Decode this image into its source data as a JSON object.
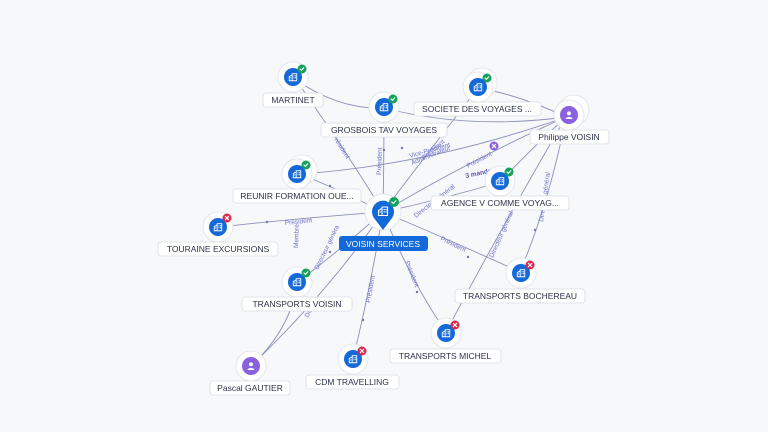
{
  "center": {
    "label": "VOISIN SERVICES",
    "icon": "building-icon",
    "status": "active"
  },
  "nodes": [
    {
      "id": "martinet",
      "label": "MARTINET",
      "kind": "company",
      "status": "active"
    },
    {
      "id": "grosbois",
      "label": "GROSBOIS TAV VOYAGES",
      "kind": "company",
      "status": "active"
    },
    {
      "id": "societe",
      "label": "SOCIETE DES VOYAGES ...",
      "kind": "company",
      "status": "active"
    },
    {
      "id": "philippe",
      "label": "Philippe VOISIN",
      "kind": "person",
      "status": "unknown"
    },
    {
      "id": "reunir",
      "label": "REUNIR FORMATION OUE...",
      "kind": "company",
      "status": "active"
    },
    {
      "id": "agence",
      "label": "AGENCE V COMME VOYAG...",
      "kind": "company",
      "status": "active"
    },
    {
      "id": "touraine",
      "label": "TOURAINE EXCURSIONS",
      "kind": "company",
      "status": "closed"
    },
    {
      "id": "transports_voisin",
      "label": "TRANSPORTS VOISIN",
      "kind": "company",
      "status": "active"
    },
    {
      "id": "bochereau",
      "label": "TRANSPORTS BOCHEREAU",
      "kind": "company",
      "status": "closed"
    },
    {
      "id": "michel",
      "label": "TRANSPORTS MICHEL",
      "kind": "company",
      "status": "closed"
    },
    {
      "id": "cdm",
      "label": "CDM TRAVELLING",
      "kind": "company",
      "status": "closed"
    },
    {
      "id": "pascal",
      "label": "Pascal GAUTIER",
      "kind": "person",
      "status": "none"
    }
  ],
  "edge_labels": {
    "president_1": "Président",
    "president_2": "Président",
    "president_3": "Président",
    "president_4": "Président",
    "president_5": "Président",
    "president_6": "Président",
    "president_7": "Président",
    "vice_president": "Vice-Président",
    "administrateur": "Administrateur",
    "mandats_president": "Président",
    "mandats_count": "3 mandats",
    "directeur_general_1": "Directeur général",
    "directeur_general_2": "Directeur général",
    "directeur_general_3": "Directeur général",
    "membre": "Membre",
    "directeur_short": "Directeur généra",
    "directeur_short_2": "Dir"
  },
  "legend": {
    "status_active": "#16a05a",
    "status_closed": "#d8284d",
    "status_unknown": "#8a62df",
    "company_color": "#1469d9",
    "person_color": "#8a62df"
  }
}
